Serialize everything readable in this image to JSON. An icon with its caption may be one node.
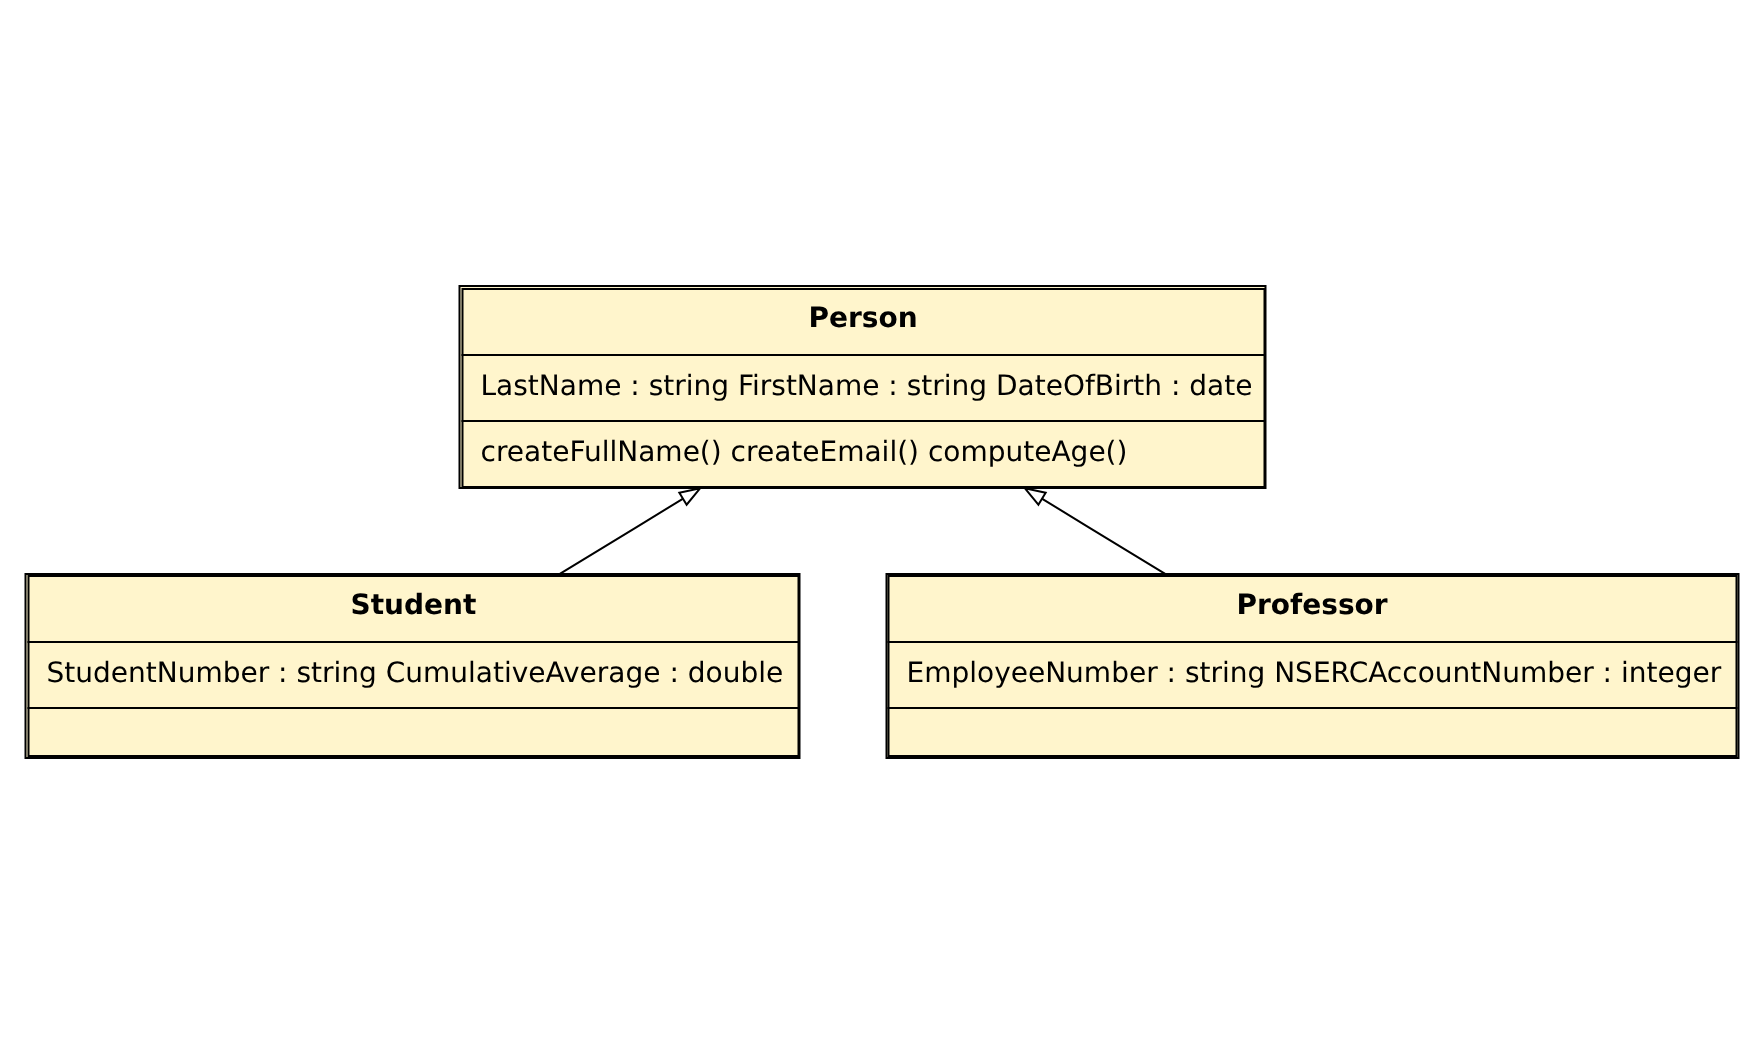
{
  "diagram": {
    "nodes": [
      {
        "text": [
          "Person",
          "LastName : string FirstName : string DateOfBirth : date",
          "createFullName() createEmail() computeAge()"
        ]
      },
      {
        "text": [
          "Student",
          "StudentNumber : string CumulativeAverage : double"
        ]
      },
      {
        "text": [
          "Professor",
          "EmployeeNumber : string NSERCAccountNumber : integer"
        ]
      }
    ],
    "edges": [
      {
        "from": 1,
        "to": 0,
        "arrow": "to"
      },
      {
        "from": 2,
        "to": 0,
        "arrow": "to"
      }
    ]
  }
}
